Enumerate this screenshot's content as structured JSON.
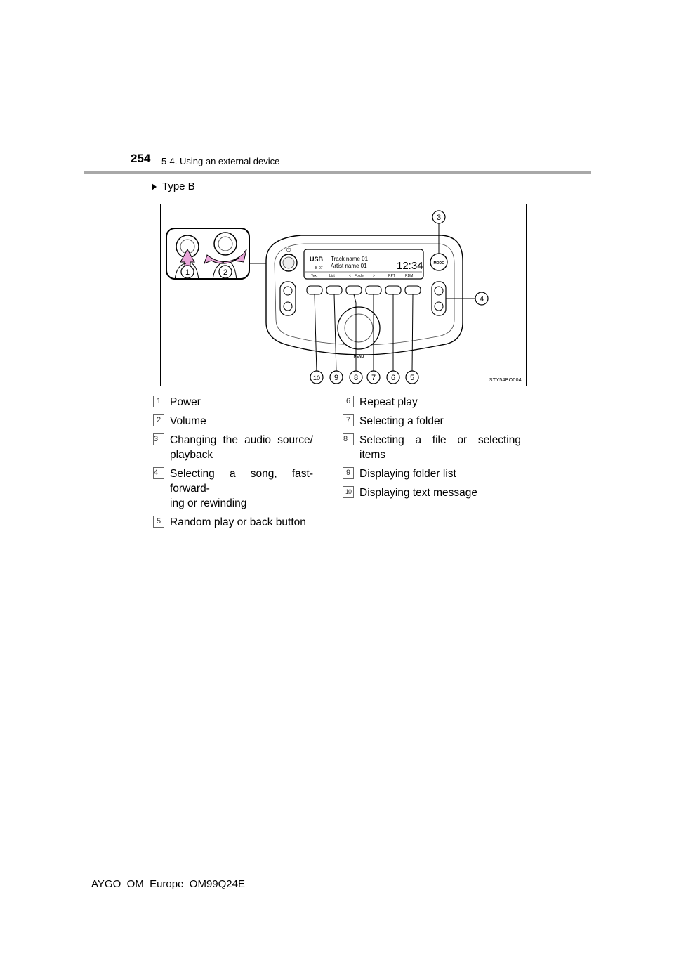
{
  "header": {
    "page_number": "254",
    "section": "5-4. Using an external device"
  },
  "type_label": "Type B",
  "figure": {
    "code": "STY54BO004",
    "display": {
      "source": "USB",
      "track": "Track name 01",
      "artist": "Artist name 01",
      "clock": "12:34",
      "small_indicator": "B-07",
      "softkeys": [
        "Text",
        "List",
        "<",
        "Folder",
        ">",
        "RPT",
        "RDM"
      ]
    },
    "mode_label": "MODE",
    "menu_label": "MENU",
    "callouts": [
      "1",
      "2",
      "3",
      "4",
      "5",
      "6",
      "7",
      "8",
      "9",
      "10"
    ]
  },
  "legend_left": [
    {
      "num": "1",
      "line1": "Power",
      "line2": ""
    },
    {
      "num": "2",
      "line1": "Volume",
      "line2": ""
    },
    {
      "num": "3",
      "line1": "Changing the audio source/",
      "line2": "playback"
    },
    {
      "num": "4",
      "line1": "Selecting a song, fast-forward-",
      "line2": "ing or rewinding"
    },
    {
      "num": "5",
      "line1": "Random play or back button",
      "line2": ""
    }
  ],
  "legend_right": [
    {
      "num": "6",
      "line1": "Repeat play",
      "line2": ""
    },
    {
      "num": "7",
      "line1": "Selecting a folder",
      "line2": ""
    },
    {
      "num": "8",
      "line1": "Selecting a file or selecting",
      "line2": "items"
    },
    {
      "num": "9",
      "line1": "Displaying folder list",
      "line2": ""
    },
    {
      "num": "10",
      "line1": "Displaying text message",
      "line2": ""
    }
  ],
  "footer": "AYGO_OM_Europe_OM99Q24E"
}
